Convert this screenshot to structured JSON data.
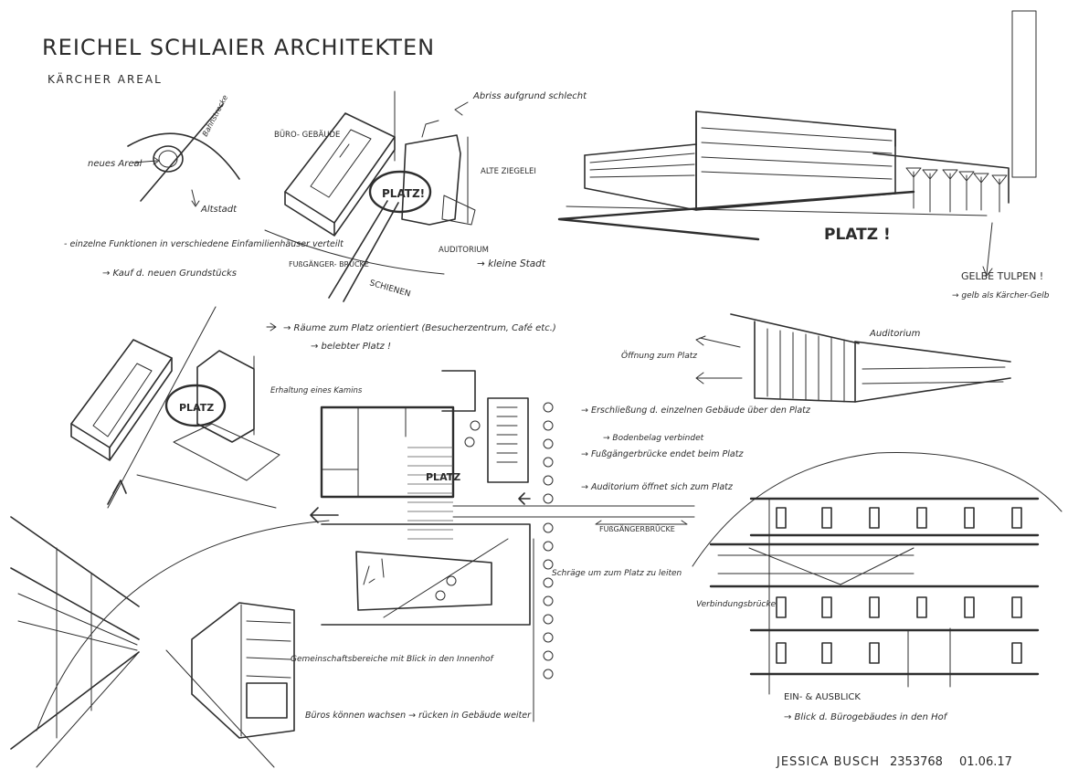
{
  "header": {
    "title": "REICHEL SCHLAIER ARCHITEKTEN",
    "subtitle": "KÄRCHER AREAL"
  },
  "concept": {
    "label_area": "neues Areal",
    "label_rail": "Bahnstrecke",
    "label_oldtown": "Altstadt",
    "note_1": "- einzelne Funktionen in verschiedene Einfamilienhäuser verteilt",
    "note_2": "→ Kauf d. neuen Grundstücks"
  },
  "axo_top": {
    "buero": "BÜRO- GEBÄUDE",
    "platz": "PLATZ!",
    "abriss": "Abriss aufgrund schlecht",
    "ziegelei": "ALTE ZIEGELEI",
    "auditorium": "AUDITORIUM",
    "kleine_stadt": "→ kleine Stadt",
    "bruecke": "FUßGÄNGER- BRÜCKE",
    "schienen": "SCHIENEN"
  },
  "perspective_top": {
    "platz": "PLATZ !",
    "tulpen": "GELBE TULPEN !",
    "tulpen_note": "→ gelb als Kärcher-Gelb"
  },
  "axo_middle": {
    "note_1": "→ Räume zum Platz orientiert (Besucherzentrum, Café etc.)",
    "note_2": "→ belebter Platz !",
    "platz": "PLATZ",
    "erhaltung": "Erhaltung eines Kamins"
  },
  "plan": {
    "platz": "PLATZ",
    "note_1": "→ Erschließung d. einzelnen Gebäude über den Platz",
    "note_2": "→ Bodenbelag verbindet",
    "note_3": "→ Fußgängerbrücke endet beim Platz",
    "note_4": "→ Auditorium öffnet sich zum Platz",
    "bruecke": "FUßGÄNGERBRÜCKE",
    "schraege": "Schräge um zum Platz zu leiten",
    "gemeinschaft": "Gemeinschaftsbereiche mit Blick in den Innenhof",
    "wachsen": "Büros können wachsen → rücken in Gebäude weiter"
  },
  "auditorium_sketch": {
    "title": "Auditorium",
    "oeffnung": "Öffnung zum Platz"
  },
  "facade": {
    "verbindung": "Verbindungsbrücke",
    "einblick": "EIN- & AUSBLICK",
    "einblick_note": "→ Blick d. Bürogebäudes in den Hof"
  },
  "footer": {
    "name": "JESSICA BUSCH",
    "matrikel": "2353768",
    "date": "01.06.17"
  }
}
